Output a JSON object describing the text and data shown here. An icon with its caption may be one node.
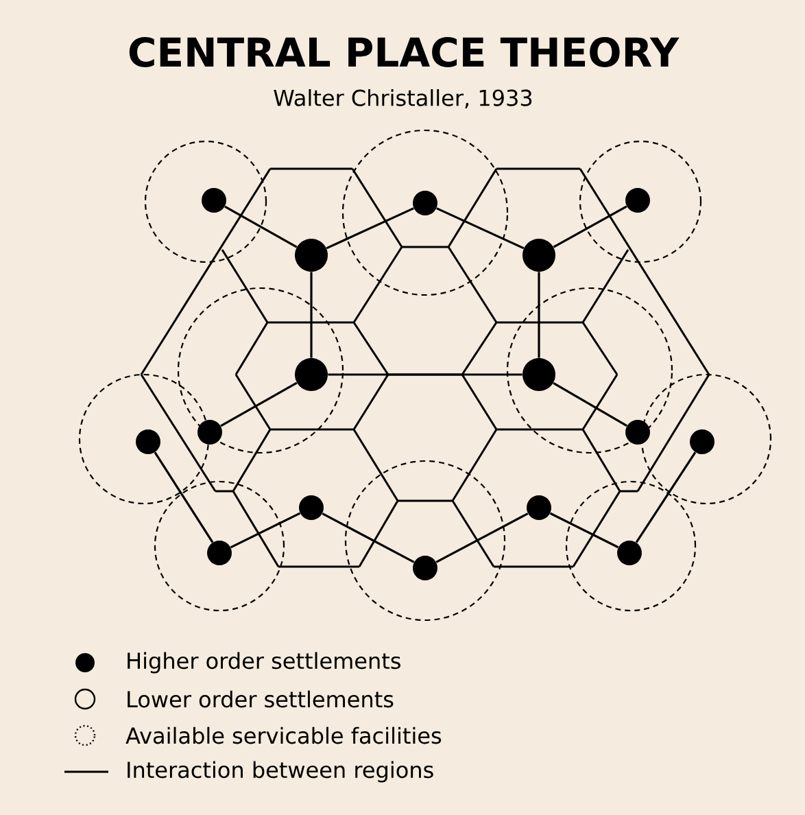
{
  "diagram": {
    "title": "CENTRAL PLACE THEORY",
    "caption": "Walter Christaller, 1933",
    "nodes": [
      {
        "text": [],
        "shape": "circle"
      },
      {
        "text": [],
        "shape": "circle"
      },
      {
        "text": [],
        "shape": "circle"
      },
      {
        "text": [],
        "shape": "circle"
      },
      {
        "text": [],
        "shape": "circle"
      },
      {
        "text": [],
        "shape": "circle"
      },
      {
        "text": [],
        "shape": "circle"
      },
      {
        "text": [],
        "shape": "circle"
      },
      {
        "text": [],
        "shape": "circle"
      },
      {
        "text": [],
        "shape": "circle"
      },
      {
        "text": [],
        "shape": "circle"
      },
      {
        "text": [],
        "shape": "circle"
      },
      {
        "text": [],
        "shape": "circle"
      },
      {
        "text": [],
        "shape": "circle"
      },
      {
        "text": [],
        "shape": "circle"
      },
      {
        "text": [],
        "shape": "circle"
      }
    ],
    "edges": [
      {
        "from": 0,
        "to": 1,
        "arrow": "none"
      },
      {
        "from": 1,
        "to": 2,
        "arrow": "none"
      },
      {
        "from": 2,
        "to": 3,
        "arrow": "none"
      },
      {
        "from": 3,
        "to": 4,
        "arrow": "none"
      },
      {
        "from": 1,
        "to": 5,
        "arrow": "none"
      },
      {
        "from": 3,
        "to": 6,
        "arrow": "none"
      },
      {
        "from": 5,
        "to": 6,
        "arrow": "none"
      },
      {
        "from": 5,
        "to": 7,
        "arrow": "none"
      },
      {
        "from": 6,
        "to": 9,
        "arrow": "none"
      },
      {
        "from": 8,
        "to": 11,
        "arrow": "none"
      },
      {
        "from": 11,
        "to": 12,
        "arrow": "none"
      },
      {
        "from": 12,
        "to": 13,
        "arrow": "none"
      },
      {
        "from": 13,
        "to": 14,
        "arrow": "none"
      },
      {
        "from": 14,
        "to": 15,
        "arrow": "none"
      },
      {
        "from": 15,
        "to": 10,
        "arrow": "none"
      }
    ],
    "legend": [
      {
        "text": "Higher order settlements"
      },
      {
        "text": "Lower order settlements"
      },
      {
        "text": "Available servicable facilities"
      },
      {
        "text": "Interaction between regions"
      }
    ]
  }
}
